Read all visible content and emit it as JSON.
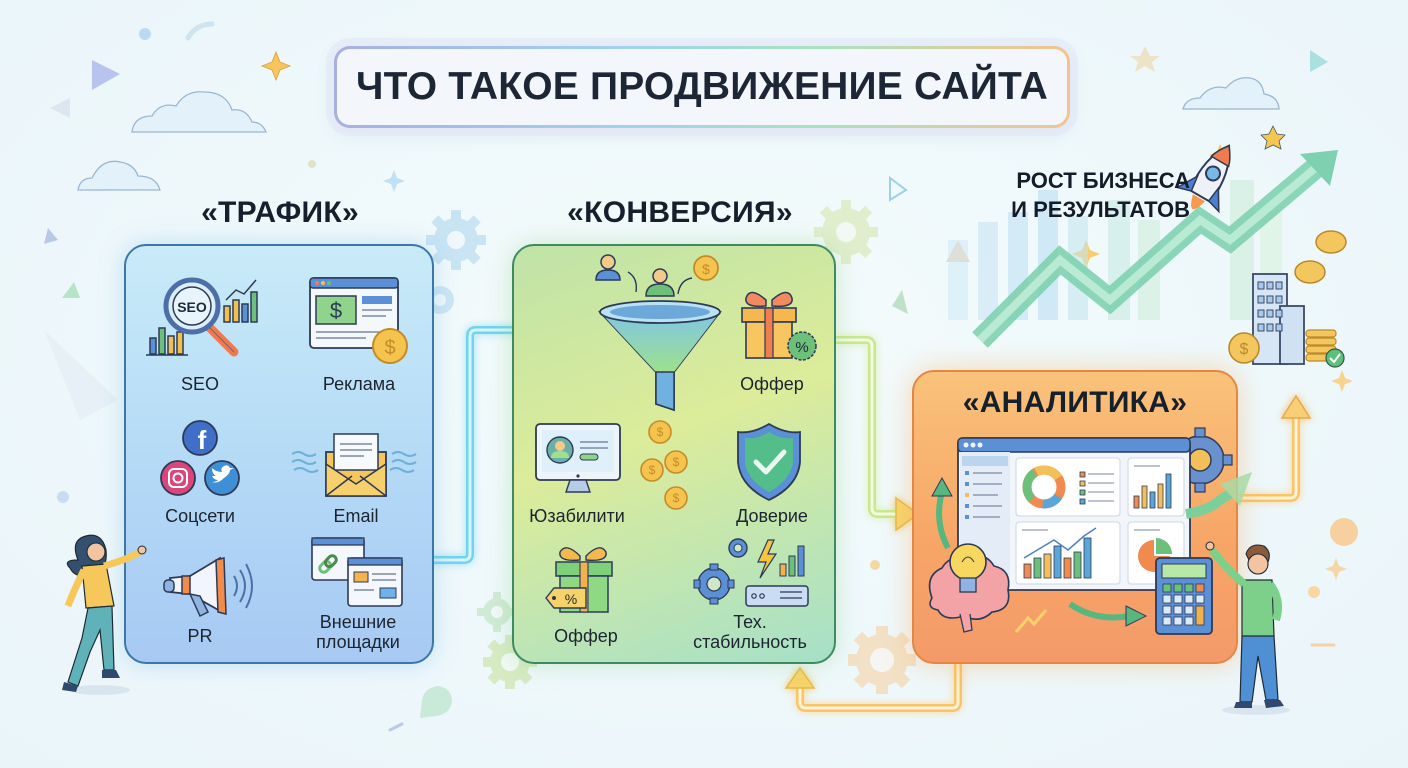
{
  "title": "ЧТО ТАКОЕ ПРОДВИЖЕНИЕ САЙТА",
  "sections": {
    "traffic": {
      "title": "«ТРАФИК»",
      "items": [
        {
          "label": "SEO",
          "icon": "seo-magnifier-icon"
        },
        {
          "label": "Реклама",
          "icon": "ad-browser-icon"
        },
        {
          "label": "Соцсети",
          "icon": "social-media-icon"
        },
        {
          "label": "Email",
          "icon": "email-envelope-icon"
        },
        {
          "label": "PR",
          "icon": "megaphone-icon"
        },
        {
          "label_line1": "Внешние",
          "label_line2": "площадки",
          "icon": "external-sites-link-icon"
        }
      ],
      "seo_badge": "SEO"
    },
    "conversion": {
      "title": "«КОНВЕРСИЯ»",
      "items": [
        {
          "label": "Оффер",
          "icon": "gift-percent-icon"
        },
        {
          "label": "Юзабилити",
          "icon": "monitor-profile-icon"
        },
        {
          "label": "Доверие",
          "icon": "shield-check-icon"
        },
        {
          "label": "Оффер",
          "icon": "gift-tag-icon"
        },
        {
          "label_line1": "Тех.",
          "label_line2": "стабильность",
          "icon": "server-gears-icon"
        }
      ],
      "funnel_icon": "sales-funnel-icon"
    },
    "analytics": {
      "title": "«АНАЛИТИКА»",
      "icons": [
        "dashboard-icon",
        "brain-lightbulb-icon",
        "calculator-icon",
        "gear-icon"
      ]
    },
    "growth": {
      "title_line1": "РОСТ БИЗНЕСА",
      "title_line2": "И РЕЗУЛЬТАТОВ",
      "icons": [
        "rocket-icon",
        "growth-arrow-icon",
        "building-icon",
        "coins-icon"
      ]
    }
  },
  "colors": {
    "traffic_panel": "#b3d9f6",
    "traffic_border": "#3d76a8",
    "conversion_panel": "#d3eaa5",
    "conversion_border": "#3f8a63",
    "analytics_panel": "#f7a567",
    "analytics_border": "#e48744",
    "flow_blue": "#6fd3ef",
    "flow_yellow": "#f7c85a",
    "title_text": "#1d2635"
  }
}
